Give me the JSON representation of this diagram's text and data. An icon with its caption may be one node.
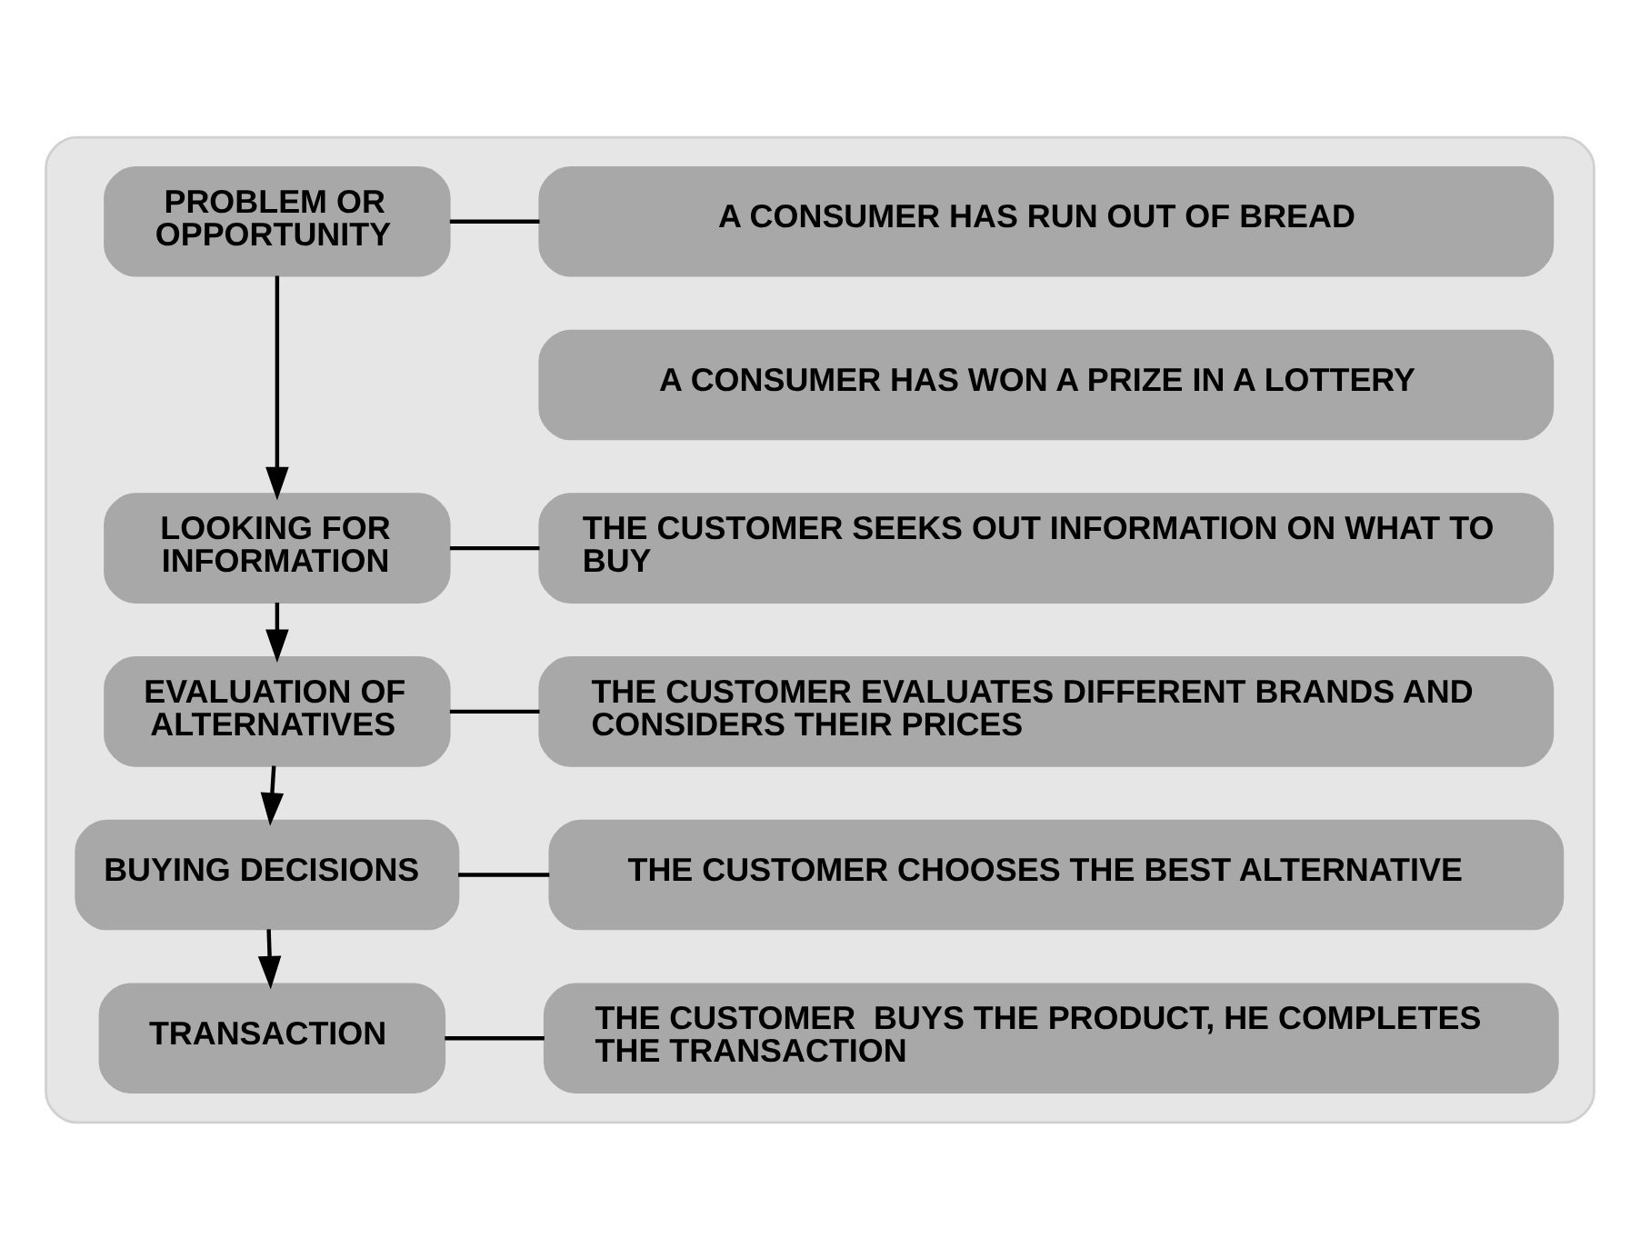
{
  "diagram": {
    "nodes": [
      {
        "text": [],
        "shape": "box"
      },
      {
        "text": [
          "PROBLEM OR OPPORTUNITY"
        ],
        "in": 0
      },
      {
        "text": [
          "A CONSUMER HAS RUN OUT OF BREAD"
        ],
        "in": 0
      },
      {
        "text": [
          "A CONSUMER HAS WON A PRIZE IN A LOTTERY"
        ],
        "in": 0
      },
      {
        "text": [
          "LOOKING FOR INFORMATION"
        ],
        "in": 0
      },
      {
        "text": [
          "THE CUSTOMER SEEKS OUT INFORMATION ON WHAT TO BUY"
        ],
        "in": 0
      },
      {
        "text": [
          "EVALUATION OF ALTERNATIVES"
        ],
        "in": 0
      },
      {
        "text": [
          "THE CUSTOMER EVALUATES DIFFERENT BRANDS AND CONSIDERS THEIR PRICES"
        ],
        "in": 0
      },
      {
        "text": [
          "BUYING DECISIONS"
        ],
        "in": 0
      },
      {
        "text": [
          "THE CUSTOMER CHOOSES THE BEST ALTERNATIVE"
        ],
        "in": 0
      },
      {
        "text": [
          "TRANSACTION"
        ],
        "in": 0
      },
      {
        "text": [
          "THE CUSTOMER  BUYS THE PRODUCT, HE COMPLETES THE TRANSACTION"
        ],
        "in": 0
      }
    ],
    "edges": [
      {
        "from": 1,
        "to": 2,
        "arrow": "none"
      },
      {
        "from": 1,
        "to": 4,
        "arrow": "to"
      },
      {
        "from": 4,
        "to": 5,
        "arrow": "none"
      },
      {
        "from": 4,
        "to": 6,
        "arrow": "to"
      },
      {
        "from": 6,
        "to": 7,
        "arrow": "none"
      },
      {
        "from": 6,
        "to": 8,
        "arrow": "to"
      },
      {
        "from": 8,
        "to": 9,
        "arrow": "none"
      },
      {
        "from": 8,
        "to": 10,
        "arrow": "to"
      },
      {
        "from": 10,
        "to": 11,
        "arrow": "none"
      }
    ]
  }
}
